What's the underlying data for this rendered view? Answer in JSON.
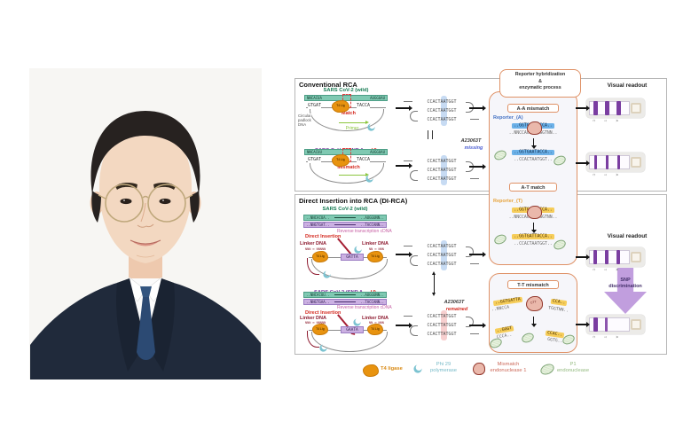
{
  "photo": {
    "description": "ID portrait — young man with glasses, white shirt, navy tie, dark suit"
  },
  "conventional": {
    "title": "Conventional RCA",
    "wild_label": "SARS CoV-2 (wild)",
    "bar_left_wild": "NNCACUA",
    "bar_right_wild": "AUGGUAU",
    "pad_left": "GTGAT",
    "pad_right": "TACCA",
    "ligase_tag": "T4 Lig",
    "match": "Match",
    "padlock_note": "Circular\npadlock\nDNA",
    "primer": "Primer",
    "snp_label_prefix": "SARS CoV-2 (SNP A → ",
    "snp_label_suffix": "U)",
    "bar_left_snp": "NNCACUU",
    "bar_right_snp": "AUGGUAU",
    "mismatch": "Mismatch",
    "product": "CCACTAATGGT",
    "equiv_gene": "A23063T",
    "equiv_word": "missing"
  },
  "dirca": {
    "title": "Direct Insertion into RCA (DI-RCA)",
    "wild_label": "SARS CoV-2 (wild)",
    "snp_label_prefix": "SARS CoV-2 (SNP A → ",
    "snp_label_suffix": "U)",
    "rna_left_wild": "..NNCACUA..",
    "rna_right_wild": "..AUGGUNN..",
    "cdna_left_wild": "..NNGTGAT..",
    "cdna_right_wild": "..TACCANN..",
    "rna_left_snp": "..NNCACUU..",
    "rna_right_snp": "..AUGGUNN..",
    "cdna_left_snp": "..NNGTGAA..",
    "cdna_right_snp": "..TACCANN..",
    "rt_label": "Reverse transcription cDNA",
    "direct_insertion": "Direct Insertion",
    "linker_dna": "Linker DNA",
    "left_tag": "NNN ═ NNNNN",
    "right_tag": "NN ═ NNN",
    "insert_wild": "GATTA",
    "insert_snp": "GAATA",
    "product_wild": "CCACTAATGGT",
    "product_snp": "CCACTTATGGT",
    "remained_gene": "A23063T",
    "remained_word": "remained"
  },
  "reporter": {
    "header": "Reporter hybridization\n&\nenzymatic process",
    "aa_mismatch": "A-A mismatch",
    "reporter_a": "Reporter_(A)",
    "a1_top": "..GGTGAATACCA..",
    "a1_bottom": "..NNCCACTAATGGTNN..",
    "a2_top": "..GGTGAATACCA..",
    "a2_bottom": "..CCACTAATGGT..",
    "at_match": "A-T match",
    "reporter_t": "Reporter_(T)",
    "t1_top": "..GGTGATTACCA..",
    "t1_bottom": "..NNCCACTAATGGTNN..",
    "t2_top": "..GGTGATTACCA..",
    "t2_bottom": "..CCACTAATGGT..",
    "tt_mismatch": "T-T mismatch",
    "cut_left_top": "..GGTGATTA",
    "cut_right_top": "CCA..",
    "cut_left_bottom": "..NNCCA",
    "cut_right_bottom": "TGGTNN..",
    "cut_tag": "CTT",
    "frag1_top": "..GGGT",
    "frag1_bottom": "CCCA..",
    "frag2_top": "CCAC..",
    "frag2_bottom": "GGTG.."
  },
  "readout": {
    "title": "Visual readout",
    "snp_discrimination": "SNP\ndiscrimination",
    "band_labels": [
      "C",
      "T",
      "A"
    ]
  },
  "legend": {
    "t4_ligase": "T4 ligase",
    "phi29": "Phi 29\npolymerase",
    "mismatch_endo": "Mismatch\nendonuclease 1",
    "p1_endo": "P1\nendonuclease"
  },
  "colors": {
    "band_purple": "#7a3da1",
    "teal_bar": "#7fc9b2",
    "cdna_purple": "#cbb0e2",
    "t4_orange": "#e8930f",
    "phi29_teal": "#7cc3d1",
    "highlight_blue": "#6cb1e8",
    "highlight_yellow": "#f6cd5a",
    "accent_orange_border": "#df9166"
  }
}
